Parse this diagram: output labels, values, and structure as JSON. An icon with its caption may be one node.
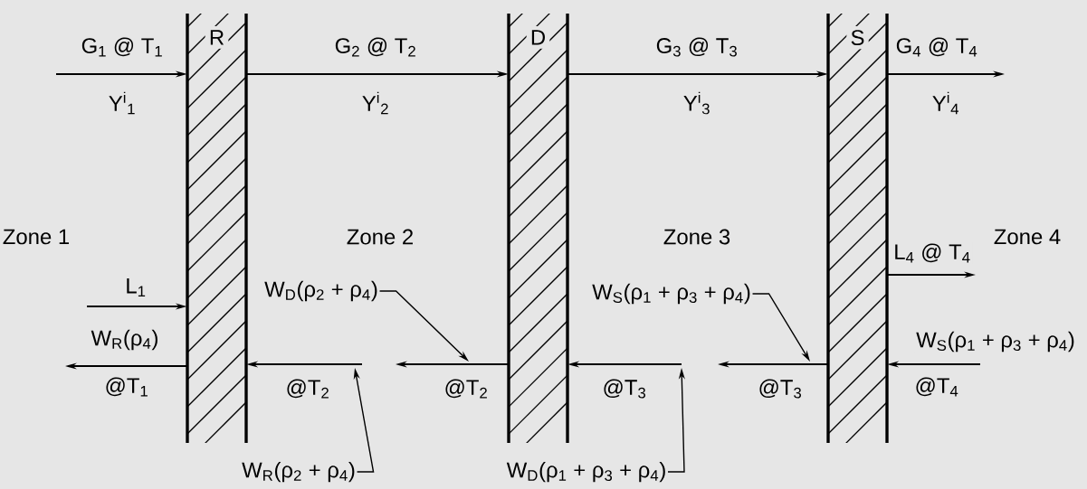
{
  "diagram": {
    "nodes": [
      {
        "text": [
          "R"
        ]
      },
      {
        "text": [
          "D"
        ]
      },
      {
        "text": [
          "S"
        ]
      },
      {
        "text": [
          "W$_{D}$(ρ$_{2}$ + ρ$_{4}$)"
        ]
      },
      {
        "text": [
          "W$_{S}$(ρ$_{1}$ + ρ$_{3}$ + ρ$_{4}$)"
        ]
      },
      {
        "text": [
          "W$_{R}$(ρ$_{2}$ + ρ$_{4}$)"
        ]
      },
      {
        "text": [
          "W$_{D}$(ρ$_{1}$ + ρ$_{3}$ + ρ$_{4}$)"
        ]
      }
    ],
    "edges": [
      {
        "from": null,
        "to": 0,
        "arrow": "to",
        "label": "G$_{1}$ @ T$_{1}$"
      },
      {
        "from": 0,
        "to": 1,
        "arrow": "to",
        "label": "G$_{2}$ @ T$_{2}$"
      },
      {
        "from": 1,
        "to": 2,
        "arrow": "to",
        "label": "G$_{3}$ @ T$_{3}$"
      },
      {
        "from": 2,
        "to": null,
        "arrow": "to",
        "label": "G$_{4}$ @ T$_{4}$"
      },
      {
        "from": null,
        "to": 0,
        "arrow": "to",
        "label": "L$_{1}$"
      },
      {
        "from": 0,
        "to": null,
        "arrow": "to",
        "label": "W$_{R}$(ρ$_{4}$)"
      },
      {
        "from": null,
        "to": 0,
        "arrow": "to",
        "label": "@T$_{2}$"
      },
      {
        "from": 1,
        "to": null,
        "arrow": "to",
        "label": "@T$_{2}$"
      },
      {
        "from": null,
        "to": 1,
        "arrow": "to",
        "label": "@T$_{3}$"
      },
      {
        "from": 2,
        "to": null,
        "arrow": "to",
        "label": "@T$_{3}$"
      },
      {
        "from": 2,
        "to": null,
        "arrow": "to",
        "label": "L$_{4}$ @ T$_{4}$"
      },
      {
        "from": null,
        "to": 2,
        "arrow": "to",
        "label": "W$_{S}$(ρ$_{1}$ + ρ$_{3}$ + ρ$_{4}$)"
      },
      {
        "from": 3,
        "to": null,
        "arrow": "to"
      },
      {
        "from": 4,
        "to": null,
        "arrow": "to"
      },
      {
        "from": 5,
        "to": null,
        "arrow": "to"
      },
      {
        "from": 6,
        "to": null,
        "arrow": "to"
      }
    ],
    "labels": [
      "Y$^{i}$$_{1}$",
      "Y$^{i}$$_{2}$",
      "Y$^{i}$$_{3}$",
      "Y$^{i}$$_{4}$",
      "Zone 1",
      "Zone 2",
      "Zone 3",
      "Zone 4",
      "@T$_{1}$",
      "@T$_{4}$"
    ]
  }
}
